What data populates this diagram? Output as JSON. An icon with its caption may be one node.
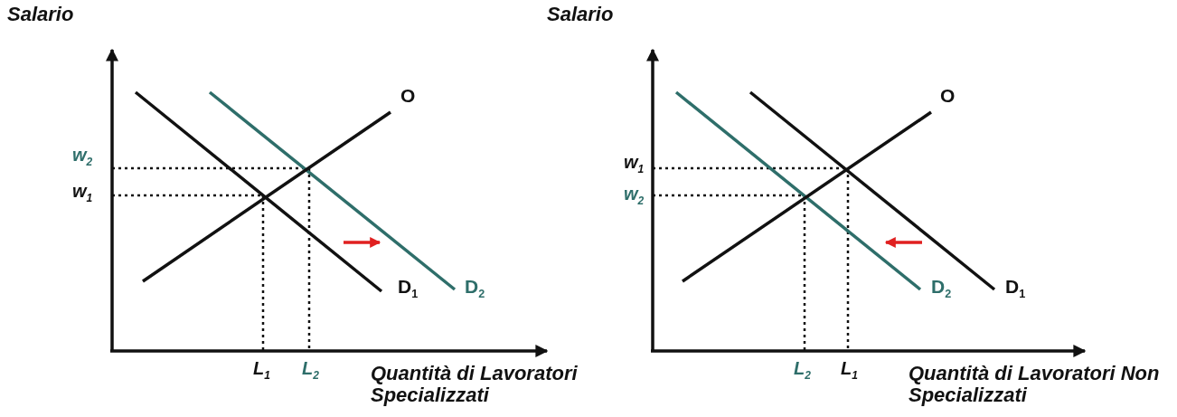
{
  "diagram": {
    "labels": [
      "Salario",
      "O",
      "w$_{2}$",
      "w$_{1}$",
      "D$_{1}$",
      "D$_{2}$",
      "L$_{1}$",
      "L$_{2}$",
      "Quantità di Lavoratori Specializzati",
      "Salario",
      "O",
      "w$_{1}$",
      "w$_{2}$",
      "D$_{2}$",
      "D$_{1}$",
      "L$_{2}$",
      "L$_{1}$",
      "Quantità di Lavoratori Non Specializzati"
    ]
  }
}
